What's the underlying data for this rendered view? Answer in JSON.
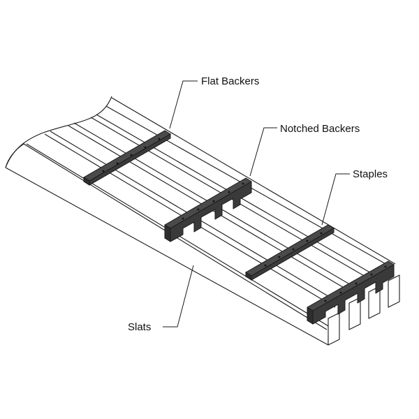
{
  "labels": {
    "flat_backers": "Flat Backers",
    "notched_backers": "Notched Backers",
    "staples": "Staples",
    "slats": "Slats"
  },
  "colors": {
    "line": "#1a1a1a",
    "backer": "#3c3c3c",
    "hole": "#111111",
    "slat_face": "#ffffff",
    "background": "#ffffff"
  }
}
